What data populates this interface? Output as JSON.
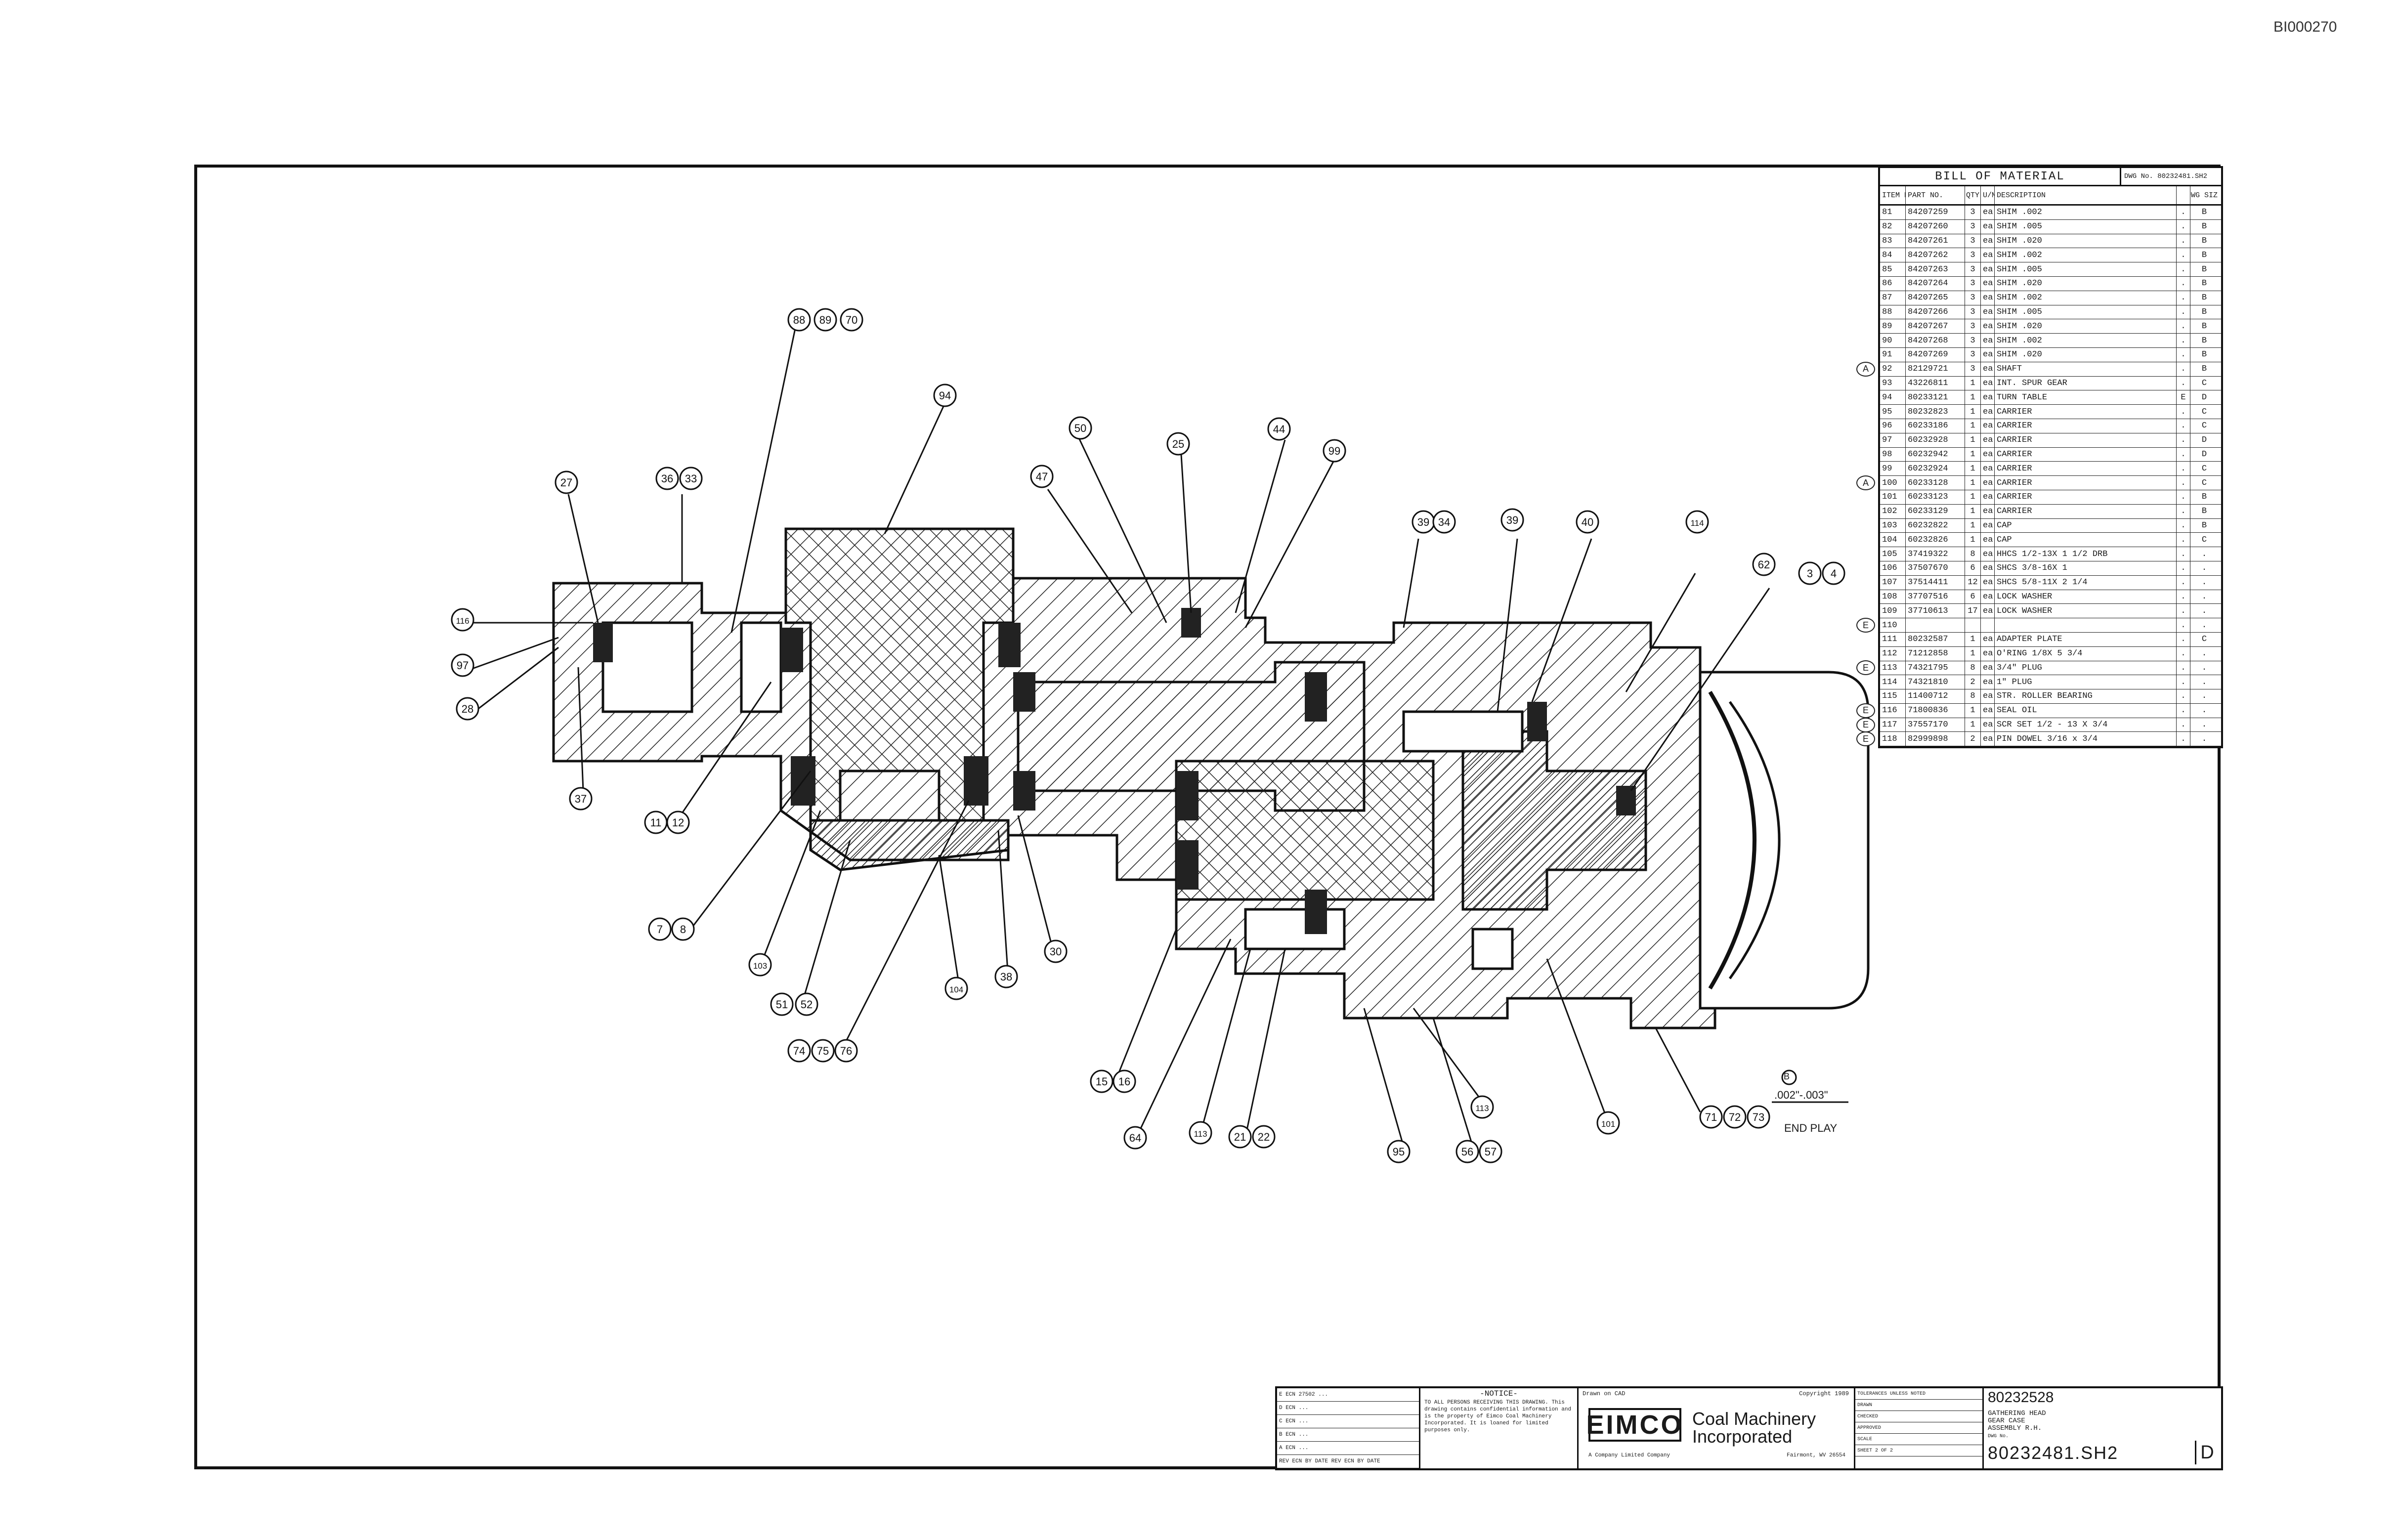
{
  "document_id": "BI000270",
  "callouts": [
    {
      "label": "88"
    },
    {
      "label": "89"
    },
    {
      "label": "70"
    },
    {
      "label": "94"
    },
    {
      "label": "50"
    },
    {
      "label": "25"
    },
    {
      "label": "44"
    },
    {
      "label": "99"
    },
    {
      "label": "27"
    },
    {
      "label": "36"
    },
    {
      "label": "33"
    },
    {
      "label": "47"
    },
    {
      "label": "39"
    },
    {
      "label": "34"
    },
    {
      "label": "39"
    },
    {
      "label": "40"
    },
    {
      "label": "114"
    },
    {
      "label": "62"
    },
    {
      "label": "3"
    },
    {
      "label": "4"
    },
    {
      "label": "116"
    },
    {
      "label": "97"
    },
    {
      "label": "28"
    },
    {
      "label": "37"
    },
    {
      "label": "11"
    },
    {
      "label": "12"
    },
    {
      "label": "7"
    },
    {
      "label": "8"
    },
    {
      "label": "103"
    },
    {
      "label": "51"
    },
    {
      "label": "52"
    },
    {
      "label": "104"
    },
    {
      "label": "38"
    },
    {
      "label": "30"
    },
    {
      "label": "74"
    },
    {
      "label": "75"
    },
    {
      "label": "76"
    },
    {
      "label": "15"
    },
    {
      "label": "16"
    },
    {
      "label": "64"
    },
    {
      "label": "113"
    },
    {
      "label": "21"
    },
    {
      "label": "22"
    },
    {
      "label": "95"
    },
    {
      "label": "56"
    },
    {
      "label": "57"
    },
    {
      "label": "113"
    },
    {
      "label": "101"
    },
    {
      "label": "71"
    },
    {
      "label": "72"
    },
    {
      "label": "73"
    }
  ],
  "end_play": {
    "marker": "B",
    "value": ".002\"-.003\"",
    "label": "END PLAY"
  },
  "bom": {
    "title": "BILL OF MATERIAL",
    "dwg_label": "DWG No. 80232481.SH2",
    "headers": {
      "item": "ITEM NO",
      "part": "PART NO.",
      "qty": "QTY",
      "um": "U/M",
      "desc": "DESCRIPTION",
      "sp": "",
      "size": "DWG SIZE"
    },
    "rows": [
      {
        "item": "81",
        "part": "84207259",
        "qty": "3",
        "um": "ea",
        "desc": "SHIM .002",
        "sp": ".",
        "size": "B",
        "rev": ""
      },
      {
        "item": "82",
        "part": "84207260",
        "qty": "3",
        "um": "ea",
        "desc": "SHIM .005",
        "sp": ".",
        "size": "B",
        "rev": ""
      },
      {
        "item": "83",
        "part": "84207261",
        "qty": "3",
        "um": "ea",
        "desc": "SHIM .020",
        "sp": ".",
        "size": "B",
        "rev": ""
      },
      {
        "item": "84",
        "part": "84207262",
        "qty": "3",
        "um": "ea",
        "desc": "SHIM .002",
        "sp": ".",
        "size": "B",
        "rev": ""
      },
      {
        "item": "85",
        "part": "84207263",
        "qty": "3",
        "um": "ea",
        "desc": "SHIM .005",
        "sp": ".",
        "size": "B",
        "rev": ""
      },
      {
        "item": "86",
        "part": "84207264",
        "qty": "3",
        "um": "ea",
        "desc": "SHIM .020",
        "sp": ".",
        "size": "B",
        "rev": ""
      },
      {
        "item": "87",
        "part": "84207265",
        "qty": "3",
        "um": "ea",
        "desc": "SHIM .002",
        "sp": ".",
        "size": "B",
        "rev": ""
      },
      {
        "item": "88",
        "part": "84207266",
        "qty": "3",
        "um": "ea",
        "desc": "SHIM .005",
        "sp": ".",
        "size": "B",
        "rev": ""
      },
      {
        "item": "89",
        "part": "84207267",
        "qty": "3",
        "um": "ea",
        "desc": "SHIM .020",
        "sp": ".",
        "size": "B",
        "rev": ""
      },
      {
        "item": "90",
        "part": "84207268",
        "qty": "3",
        "um": "ea",
        "desc": "SHIM .002",
        "sp": ".",
        "size": "B",
        "rev": ""
      },
      {
        "item": "91",
        "part": "84207269",
        "qty": "3",
        "um": "ea",
        "desc": "SHIM .020",
        "sp": ".",
        "size": "B",
        "rev": ""
      },
      {
        "item": "92",
        "part": "82129721",
        "qty": "3",
        "um": "ea",
        "desc": "SHAFT",
        "sp": ".",
        "size": "B",
        "rev": "A"
      },
      {
        "item": "93",
        "part": "43226811",
        "qty": "1",
        "um": "ea",
        "desc": "INT. SPUR GEAR",
        "sp": ".",
        "size": "C",
        "rev": ""
      },
      {
        "item": "94",
        "part": "80233121",
        "qty": "1",
        "um": "ea",
        "desc": "TURN TABLE",
        "sp": "E",
        "size": "D",
        "rev": ""
      },
      {
        "item": "95",
        "part": "80232823",
        "qty": "1",
        "um": "ea",
        "desc": "CARRIER",
        "sp": ".",
        "size": "C",
        "rev": ""
      },
      {
        "item": "96",
        "part": "60233186",
        "qty": "1",
        "um": "ea",
        "desc": "CARRIER",
        "sp": ".",
        "size": "C",
        "rev": ""
      },
      {
        "item": "97",
        "part": "60232928",
        "qty": "1",
        "um": "ea",
        "desc": "CARRIER",
        "sp": ".",
        "size": "D",
        "rev": ""
      },
      {
        "item": "98",
        "part": "60232942",
        "qty": "1",
        "um": "ea",
        "desc": "CARRIER",
        "sp": ".",
        "size": "D",
        "rev": ""
      },
      {
        "item": "99",
        "part": "60232924",
        "qty": "1",
        "um": "ea",
        "desc": "CARRIER",
        "sp": ".",
        "size": "C",
        "rev": ""
      },
      {
        "item": "100",
        "part": "60233128",
        "qty": "1",
        "um": "ea",
        "desc": "CARRIER",
        "sp": ".",
        "size": "C",
        "rev": "A"
      },
      {
        "item": "101",
        "part": "60233123",
        "qty": "1",
        "um": "ea",
        "desc": "CARRIER",
        "sp": ".",
        "size": "B",
        "rev": ""
      },
      {
        "item": "102",
        "part": "60233129",
        "qty": "1",
        "um": "ea",
        "desc": "CARRIER",
        "sp": ".",
        "size": "B",
        "rev": ""
      },
      {
        "item": "103",
        "part": "60232822",
        "qty": "1",
        "um": "ea",
        "desc": "CAP",
        "sp": ".",
        "size": "B",
        "rev": ""
      },
      {
        "item": "104",
        "part": "60232826",
        "qty": "1",
        "um": "ea",
        "desc": "CAP",
        "sp": ".",
        "size": "C",
        "rev": ""
      },
      {
        "item": "105",
        "part": "37419322",
        "qty": "8",
        "um": "ea",
        "desc": "HHCS 1/2-13X 1 1/2 DRB",
        "sp": ".",
        "size": ".",
        "rev": ""
      },
      {
        "item": "106",
        "part": "37507670",
        "qty": "6",
        "um": "ea",
        "desc": "SHCS 3/8-16X 1",
        "sp": ".",
        "size": ".",
        "rev": ""
      },
      {
        "item": "107",
        "part": "37514411",
        "qty": "12",
        "um": "ea",
        "desc": "SHCS 5/8-11X 2 1/4",
        "sp": ".",
        "size": ".",
        "rev": ""
      },
      {
        "item": "108",
        "part": "37707516",
        "qty": "6",
        "um": "ea",
        "desc": "LOCK WASHER",
        "sp": ".",
        "size": ".",
        "rev": ""
      },
      {
        "item": "109",
        "part": "37710613",
        "qty": "17",
        "um": "ea",
        "desc": "LOCK WASHER",
        "sp": ".",
        "size": ".",
        "rev": ""
      },
      {
        "item": "110",
        "part": "",
        "qty": "",
        "um": "",
        "desc": "",
        "sp": ".",
        "size": ".",
        "rev": "E"
      },
      {
        "item": "111",
        "part": "80232587",
        "qty": "1",
        "um": "ea",
        "desc": "ADAPTER PLATE",
        "sp": ".",
        "size": "C",
        "rev": ""
      },
      {
        "item": "112",
        "part": "71212858",
        "qty": "1",
        "um": "ea",
        "desc": "O'RING 1/8X 5 3/4",
        "sp": ".",
        "size": ".",
        "rev": ""
      },
      {
        "item": "113",
        "part": "74321795",
        "qty": "8",
        "um": "ea",
        "desc": "3/4\" PLUG",
        "sp": ".",
        "size": ".",
        "rev": "E"
      },
      {
        "item": "114",
        "part": "74321810",
        "qty": "2",
        "um": "ea",
        "desc": "1\" PLUG",
        "sp": ".",
        "size": ".",
        "rev": ""
      },
      {
        "item": "115",
        "part": "11400712",
        "qty": "8",
        "um": "ea",
        "desc": "STR. ROLLER BEARING",
        "sp": ".",
        "size": ".",
        "rev": ""
      },
      {
        "item": "116",
        "part": "71800836",
        "qty": "1",
        "um": "ea",
        "desc": "SEAL OIL",
        "sp": ".",
        "size": ".",
        "rev": "E"
      },
      {
        "item": "117",
        "part": "37557170",
        "qty": "1",
        "um": "ea",
        "desc": "SCR SET 1/2 - 13 X 3/4",
        "sp": ".",
        "size": ".",
        "rev": "E"
      },
      {
        "item": "118",
        "part": "82999898",
        "qty": "2",
        "um": "ea",
        "desc": "PIN DOWEL 3/16 x 3/4",
        "sp": ".",
        "size": ".",
        "rev": "E"
      }
    ]
  },
  "title_block": {
    "revisions": [
      "E  ECN 27502  ...",
      "D  ECN  ...",
      "C  ECN  ...",
      "B  ECN  ...",
      "A  ECN  ...",
      "REV  ECN  BY DATE  REV  ECN  BY DATE"
    ],
    "notice_title": "-NOTICE-",
    "notice_text": "TO ALL PERSONS RECEIVING THIS DRAWING. This drawing contains confidential information and is the property of Eimco Coal Machinery Incorporated. It is loaned for limited purposes only.",
    "drawn_on": "Drawn on CAD",
    "copyright": "Copyright 1989",
    "logo": "EIMCO",
    "company": "Coal Machinery Incorporated",
    "location_left": "A Company Limited Company",
    "location_right": "Fairmont, WV 26554",
    "info_rows": [
      "TOLERANCES UNLESS NOTED",
      "DRAWN",
      "CHECKED",
      "APPROVED",
      "SCALE",
      "SHEET 2 OF 2"
    ],
    "part_no": "80232528",
    "title": "GATHERING HEAD\nGEAR CASE\nASSEMBLY R.H.",
    "dwg_label": "DWG No.",
    "dwg_no": "80232481.SH2",
    "rev": "D"
  }
}
